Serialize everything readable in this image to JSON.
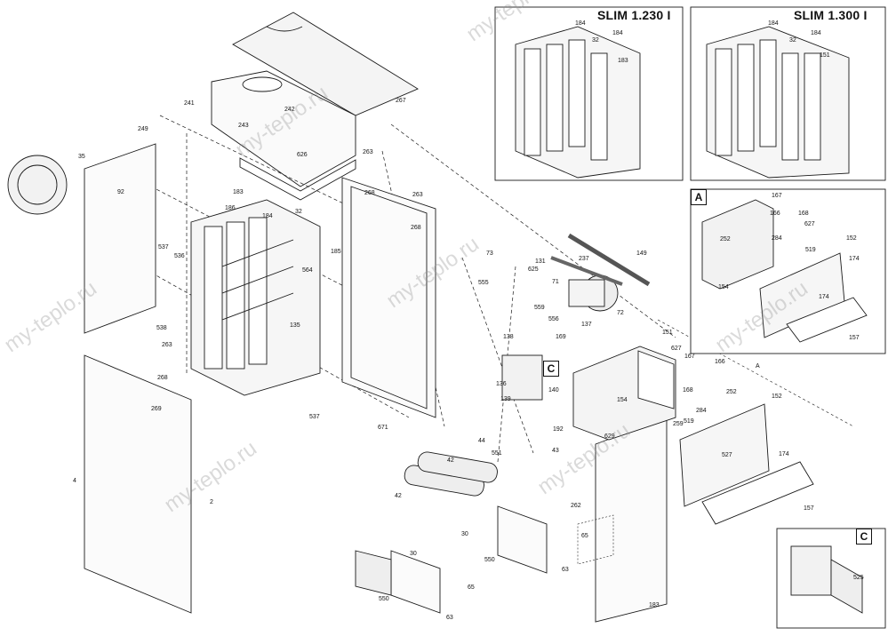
{
  "watermark": "my-teplo.ru",
  "insets": {
    "slim_230": {
      "title": "SLIM 1.230 I"
    },
    "slim_300": {
      "title": "SLIM 1.300 I"
    },
    "detail_a": {
      "letter": "A"
    },
    "detail_c": {
      "letter": "C"
    },
    "ref_c": {
      "letter": "C"
    }
  },
  "part_labels": [
    "267",
    "241",
    "242",
    "243",
    "626",
    "263",
    "249",
    "35",
    "92",
    "537",
    "536",
    "183",
    "186",
    "184",
    "32",
    "185",
    "564",
    "538",
    "135",
    "268",
    "263",
    "268",
    "73",
    "131",
    "625",
    "555",
    "237",
    "149",
    "71",
    "559",
    "72",
    "556",
    "169",
    "137",
    "138",
    "136",
    "139",
    "140",
    "551",
    "192",
    "44",
    "43",
    "42",
    "42",
    "30",
    "550",
    "63",
    "65",
    "63",
    "65",
    "30",
    "550",
    "262",
    "259",
    "629",
    "151",
    "627",
    "167",
    "166",
    "168",
    "284",
    "252",
    "519",
    "152",
    "174",
    "527",
    "157",
    "154",
    "671",
    "537",
    "263",
    "268",
    "269",
    "2",
    "4",
    "183",
    "184",
    "32",
    "184",
    "183",
    "184",
    "32",
    "184",
    "151",
    "167",
    "166",
    "168",
    "284",
    "627",
    "252",
    "152",
    "174",
    "154",
    "519",
    "174",
    "157",
    "525",
    "A"
  ],
  "colors": {
    "line": "#1a1a1a",
    "shade": "#d9d9d9",
    "wm": "#9a9a9a"
  }
}
